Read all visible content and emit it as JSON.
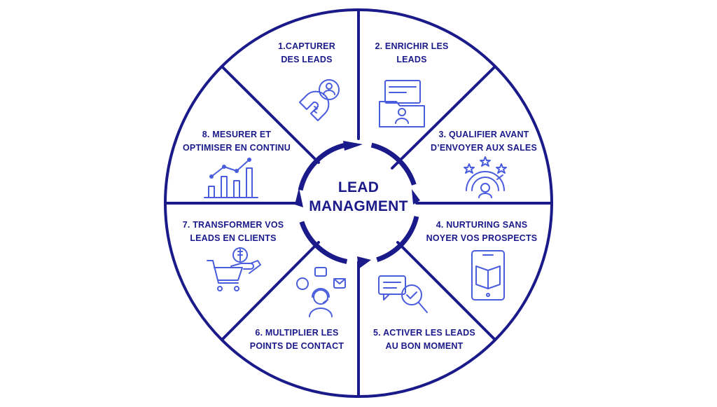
{
  "center": {
    "line1": "LEAD",
    "line2": "MANAGMENT"
  },
  "segments": [
    {
      "line1": "1.CAPTURER",
      "line2": "DES LEADS",
      "icon": "magnet-user-icon"
    },
    {
      "line1": "2. ENRICHIR LES",
      "line2": "LEADS",
      "icon": "folder-profile-icon"
    },
    {
      "line1": "3. QUALIFIER AVANT",
      "line2": "D’ENVOYER AUX SALES",
      "icon": "rating-gauge-icon"
    },
    {
      "line1": "4. NURTURING SANS",
      "line2": "NOYER VOS PROSPECTS",
      "icon": "tablet-book-icon"
    },
    {
      "line1": "5. ACTIVER LES LEADS",
      "line2": "AU BON MOMENT",
      "icon": "chat-check-icon"
    },
    {
      "line1": "6. MULTIPLIER LES",
      "line2": "POINTS DE CONTACT",
      "icon": "support-agent-icon"
    },
    {
      "line1": "7. TRANSFORMER VOS",
      "line2": "LEADS EN CLIENTS",
      "icon": "cart-money-icon"
    },
    {
      "line1": "8. MESURER ET",
      "line2": "OPTIMISER EN CONTINU",
      "icon": "growth-chart-icon"
    }
  ],
  "colors": {
    "primary": "#1b1a8a",
    "icon": "#4a5ddc",
    "background": "#ffffff"
  }
}
